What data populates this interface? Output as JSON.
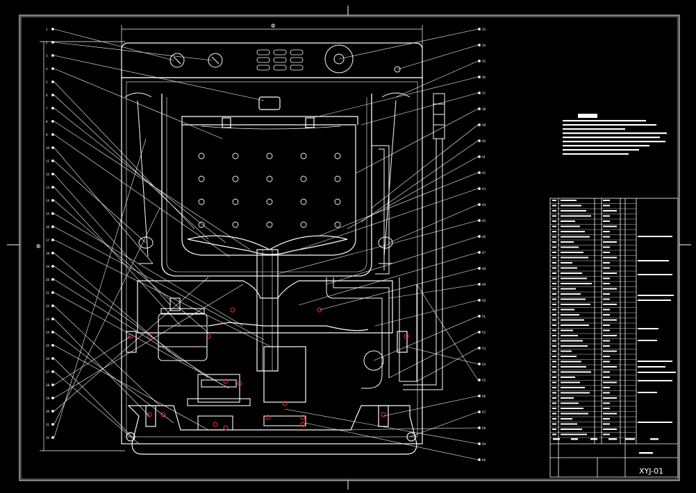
{
  "drawing": {
    "title_code": "XYJ-01",
    "dimension_width": "Φ",
    "dimension_height": "Φ"
  },
  "colors": {
    "background": "#000000",
    "lines": "#ffffff",
    "cut_holes": "#ff2a2a"
  },
  "part_numbers": {
    "left": [
      "1",
      "2",
      "3",
      "4",
      "5",
      "6",
      "7",
      "8",
      "9",
      "10",
      "11",
      "12",
      "13",
      "14",
      "15",
      "16",
      "17",
      "18",
      "19",
      "20",
      "21",
      "22",
      "23",
      "24",
      "25",
      "26",
      "27",
      "28",
      "29",
      "30",
      "31",
      "32"
    ],
    "right": [
      "33",
      "34",
      "35",
      "36",
      "37",
      "38",
      "39",
      "40",
      "41",
      "42",
      "43",
      "44",
      "45",
      "46",
      "47",
      "48",
      "49",
      "50",
      "51",
      "52",
      "53",
      "54",
      "55",
      "56",
      "57",
      "58",
      "59",
      "60"
    ]
  }
}
